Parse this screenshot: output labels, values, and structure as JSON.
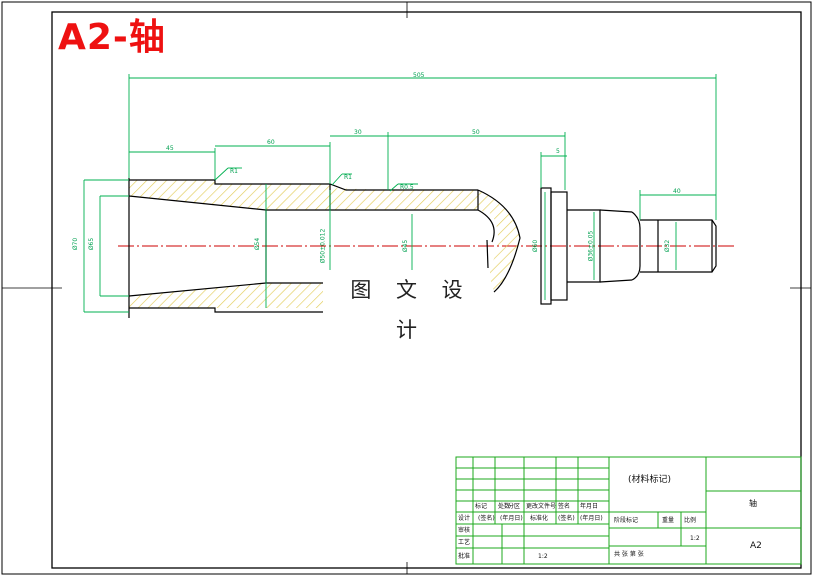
{
  "title": "A2-轴",
  "watermark": "图 文 设 计",
  "dimensions": {
    "overall_length": "505",
    "seg_a": "45",
    "seg_b": "60",
    "seg_c": "30",
    "seg_d": "50",
    "flange_width": "5",
    "right_end": "40",
    "dia_outer": "Ø70",
    "dia_bore_left": "Ø65",
    "dia_mid": "Ø54",
    "dia_fit": "Ø50±0.012",
    "dia_inner": "Ø45",
    "dia_flange": "Ø60",
    "dia_shaft": "Ø36±0.05",
    "dia_end": "Ø32",
    "rad_r1": "R1",
    "rad_r2": "R1",
    "rad_r3": "R0.5"
  },
  "title_block": {
    "material": "(材料标记)",
    "part_name": "轴",
    "drawing_no": "A2",
    "scale": "1:2",
    "rows": [
      "标记",
      "处数",
      "分区",
      "更改文件号",
      "签名",
      "年月日"
    ],
    "design": "设计",
    "sign_date": "(签名)",
    "date": "(年月日)",
    "standardize": "标准化",
    "review": "审核",
    "craft": "工艺",
    "approve": "批准",
    "stage_mark": "阶段标记",
    "weight": "重量",
    "ratio": "比例",
    "sheet": "共 张 第 张"
  },
  "colors": {
    "frame": "#000000",
    "outline": "#ffffff",
    "dimension": "#00b050",
    "hatch": "#e8d060",
    "centerline": "#cc0000",
    "title_text": "#ee1111",
    "title_block": "#1ca81c"
  }
}
